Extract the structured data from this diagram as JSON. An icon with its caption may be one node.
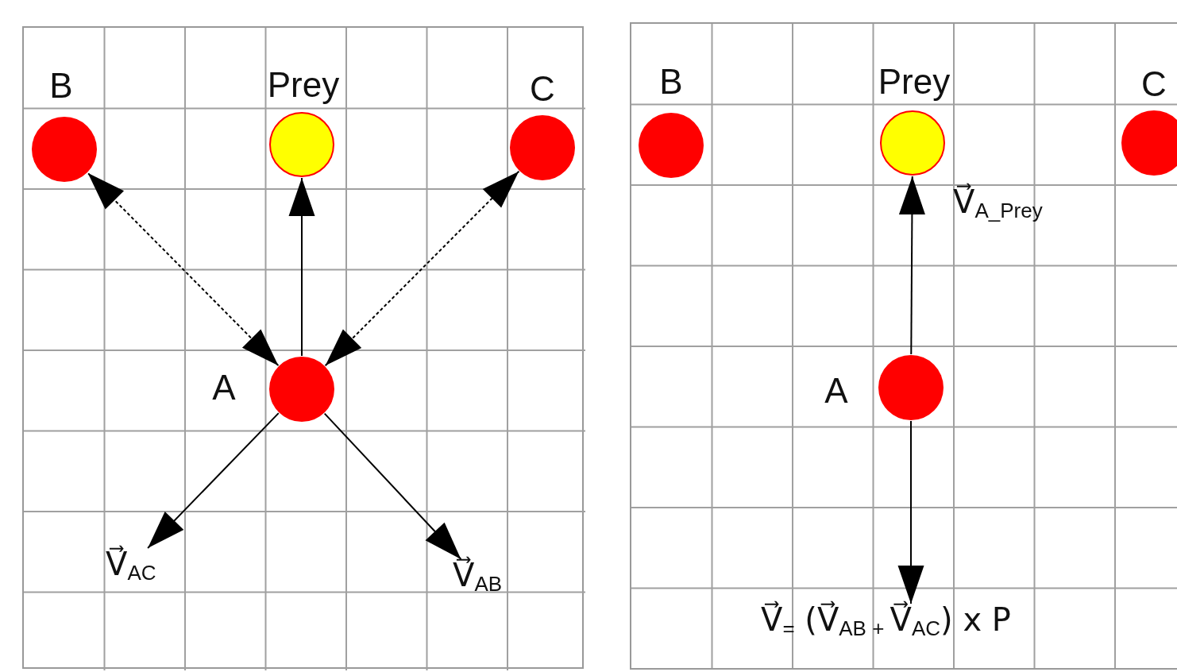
{
  "diagram": {
    "nodes": [
      {
        "text": [],
        "shape": "box"
      },
      {
        "text": [
          "B"
        ],
        "in": 0
      },
      {
        "text": [
          "Prey"
        ],
        "in": 0
      },
      {
        "text": [
          "C"
        ],
        "in": 0
      },
      {
        "text": [
          "A"
        ],
        "in": 0
      },
      {
        "text": [
          "V⃗$_{AC}$"
        ],
        "in": 0
      },
      {
        "text": [
          "V⃗$_{AB}$"
        ],
        "in": 0
      },
      {
        "text": [],
        "shape": "box"
      },
      {
        "text": [
          "B"
        ],
        "in": 7
      },
      {
        "text": [
          "Prey"
        ],
        "in": 7
      },
      {
        "text": [
          "C"
        ],
        "in": 7
      },
      {
        "text": [
          "A"
        ],
        "in": 7
      },
      {
        "text": [
          "V⃗$_{=}$ (V⃗$_{AB + }$V⃗$_{AC}$) x P"
        ],
        "in": 7
      }
    ],
    "edges": [
      {
        "from": 4,
        "to": 1,
        "arrow": "both",
        "style": "dashed"
      },
      {
        "from": 4,
        "to": 2,
        "arrow": "to"
      },
      {
        "from": 4,
        "to": 3,
        "arrow": "both",
        "style": "dashed"
      },
      {
        "from": 4,
        "to": 5,
        "arrow": "to"
      },
      {
        "from": 4,
        "to": 6,
        "arrow": "to"
      },
      {
        "from": 11,
        "to": 9,
        "arrow": "to",
        "label": "V⃗$_{A_Prey}$"
      },
      {
        "from": 11,
        "to": 12,
        "arrow": "to"
      }
    ]
  }
}
